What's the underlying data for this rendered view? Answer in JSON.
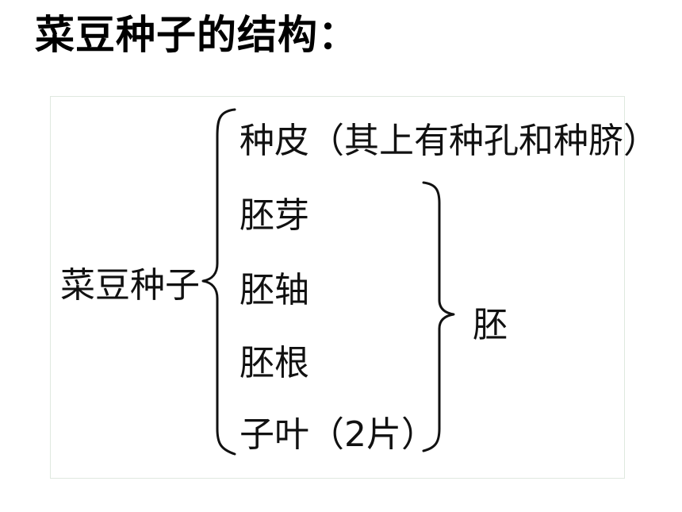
{
  "header": {
    "title": "菜豆种子的结构："
  },
  "diagram": {
    "root": "菜豆种子",
    "parts": [
      "种皮（其上有种孔和种脐）",
      "胚芽",
      "胚轴",
      "胚根",
      "子叶（2片）"
    ],
    "group_label": "胚"
  }
}
